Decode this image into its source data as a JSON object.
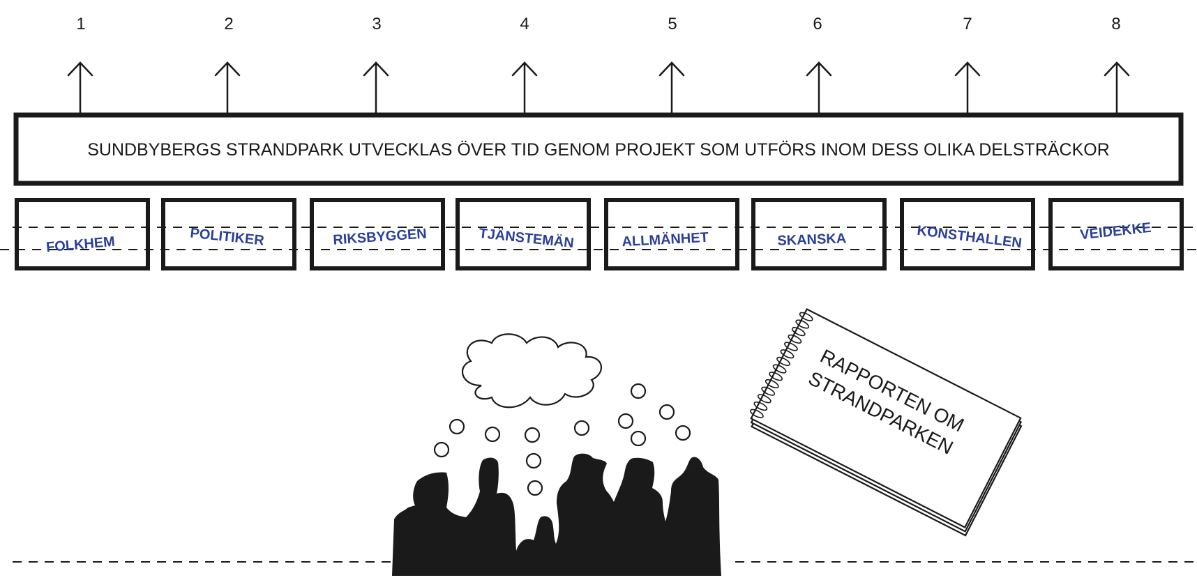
{
  "steps": [
    "1",
    "2",
    "3",
    "4",
    "5",
    "6",
    "7",
    "8"
  ],
  "banner": {
    "text": "SUNDBYBERGS STRANDPARK UTVECKLAS ÖVER TID GENOM PROJEKT SOM UTFÖRS INOM DESS OLIKA DELSTRÄCKOR"
  },
  "actors": [
    "FOLKHEM",
    "POLITIKER",
    "RIKSBYGGEN",
    "TJÄNSTEMÄN",
    "ALLMÄNHET",
    "SKANSKA",
    "KONSTHALLEN",
    "VEIDEKKE"
  ],
  "report": {
    "line1": "RAPPORTEN OM",
    "line2": "STRANDPARKEN"
  },
  "colors": {
    "ink": "#1a1a1a",
    "actor_text": "#2a3f9a",
    "background": "#ffffff"
  }
}
